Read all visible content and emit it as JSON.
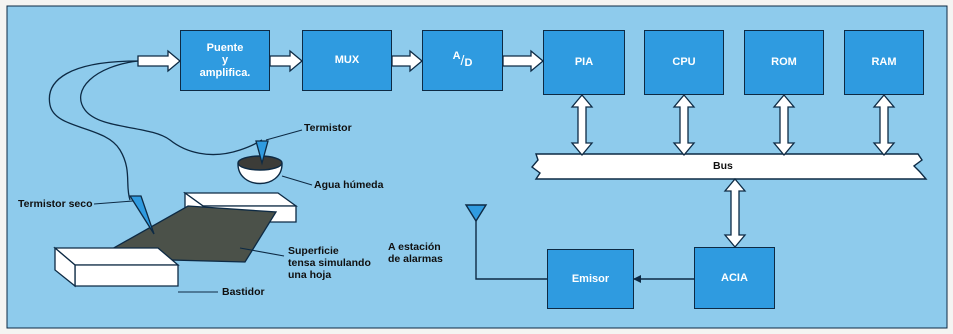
{
  "colors": {
    "background": "#8ecbec",
    "block_fill": "#2f9be0",
    "outline": "#0d2a44",
    "bus_fill": "#ffffff",
    "paper": "#f4f4f2",
    "leaf_fill": "#4b5149",
    "water_fill": "#3c3c38"
  },
  "blocks": {
    "bridge": {
      "label": "Puente\ny\namplifica."
    },
    "mux": {
      "label": "MUX"
    },
    "ad": {
      "label_a": "A",
      "label_sep": "/",
      "label_d": "D"
    },
    "pia": {
      "label": "PIA"
    },
    "cpu": {
      "label": "CPU"
    },
    "rom": {
      "label": "ROM"
    },
    "ram": {
      "label": "RAM"
    },
    "acia": {
      "label": "ACIA"
    },
    "emisor": {
      "label": "Emisor"
    }
  },
  "bus": {
    "label": "Bus"
  },
  "labels": {
    "termistor": "Termistor",
    "agua_humeda": "Agua húmeda",
    "termistor_seco": "Termistor seco",
    "superficie": "Superficie\ntensa simulando\nuna hoja",
    "bastidor": "Bastidor",
    "estacion": "A estación\nde alarmas"
  },
  "icons": [
    "antenna-icon",
    "thermistor-probe-icon",
    "water-dish-icon",
    "leaf-surface-icon",
    "frame-bar-icon"
  ]
}
